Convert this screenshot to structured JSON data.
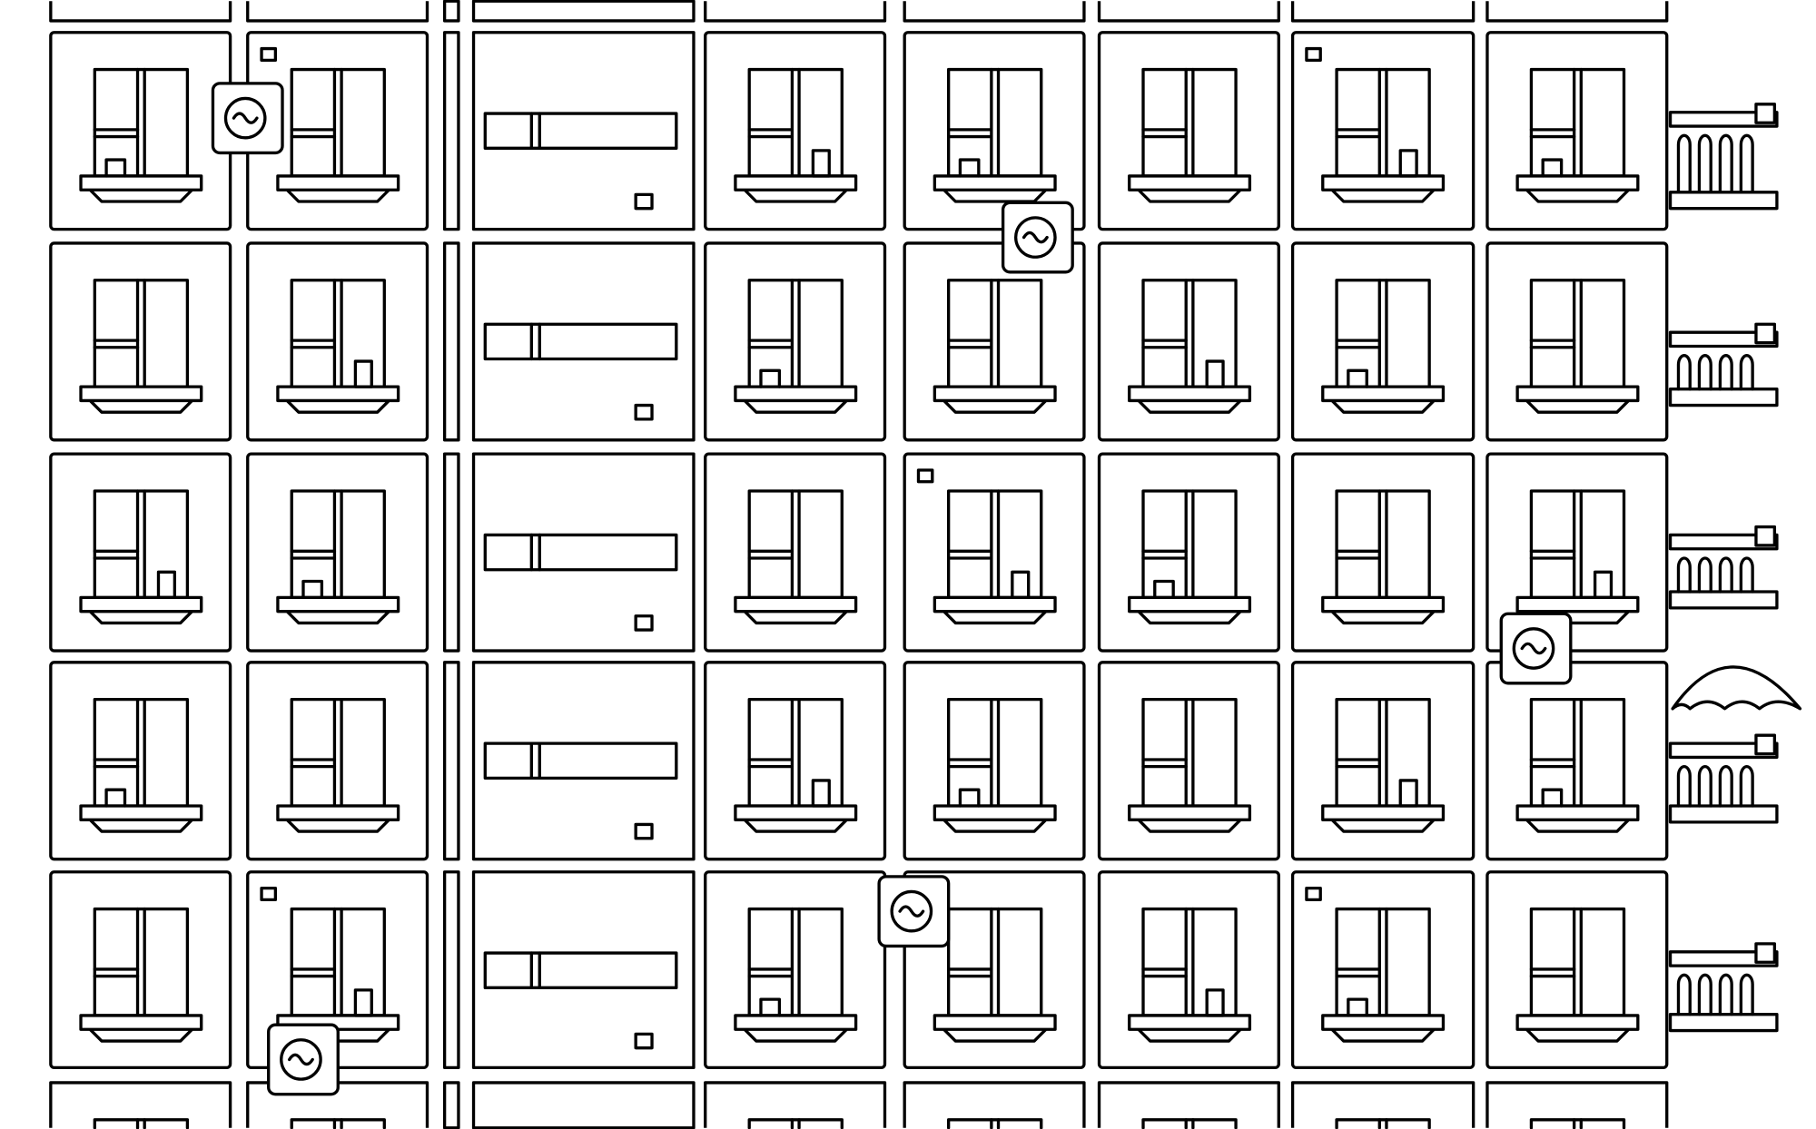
{
  "colors": {
    "ink": "#000000",
    "paper": "#ffffff"
  },
  "illustration": {
    "window_columns": 7,
    "blank_panel_column": 3,
    "rows": 5,
    "balconies": 5,
    "air_conditioners": 5
  }
}
